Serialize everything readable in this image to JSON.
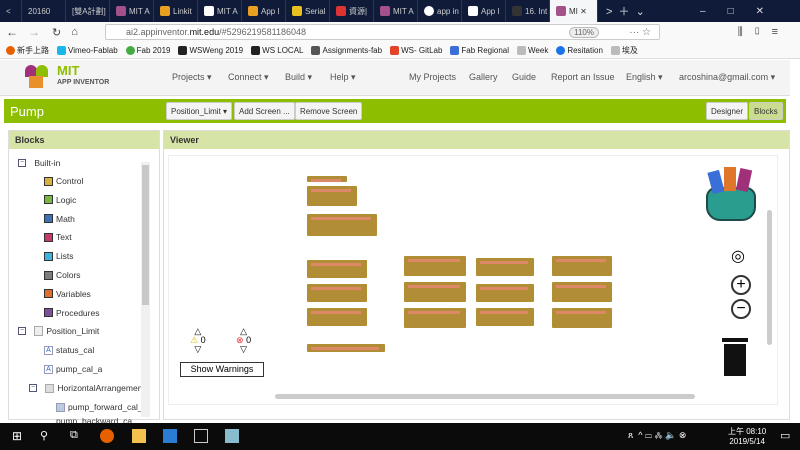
{
  "browser": {
    "tabs": [
      "20160",
      "[雙A計劃]",
      "MIT A",
      "Linkit",
      "MIT A",
      "App I",
      "Serial",
      "資源|",
      "MIT A",
      "app in",
      "App I",
      "16. Int",
      "MI"
    ],
    "url_prefix": "ai2.appinventor.",
    "url_domain": "mit.edu",
    "url_suffix": "/#5296219581186048",
    "zoom": "110%",
    "bookmarks": [
      "新手上路",
      "Vimeo-Fablab",
      "Fab 2019",
      "WSWeng 2019",
      "WS LOCAL",
      "Assignments-fab",
      "WS- GitLab",
      "Fab Regional",
      "Week",
      "Resitation",
      "埃及"
    ]
  },
  "app": {
    "logo_top": "MIT",
    "logo_bottom": "APP INVENTOR",
    "menus": [
      "Projects ▾",
      "Connect ▾",
      "Build ▾",
      "Help ▾"
    ],
    "right_links": [
      "My Projects",
      "Gallery",
      "Guide",
      "Report an Issue",
      "English ▾",
      "arcoshina@gmail.com ▾"
    ],
    "project": "Pump",
    "screen_select": "Position_Limit ▾",
    "add_screen": "Add Screen ...",
    "remove_screen": "Remove Screen",
    "designer": "Designer",
    "blocks": "Blocks"
  },
  "blocks_panel": {
    "title": "Blocks",
    "builtin": "Built-in",
    "builtins": [
      {
        "label": "Control",
        "color": "#d9b03e"
      },
      {
        "label": "Logic",
        "color": "#77b844"
      },
      {
        "label": "Math",
        "color": "#3f71b5"
      },
      {
        "label": "Text",
        "color": "#c83a6a"
      },
      {
        "label": "Lists",
        "color": "#3fb3dd"
      },
      {
        "label": "Colors",
        "color": "#7d7d7d"
      },
      {
        "label": "Variables",
        "color": "#e06c2e"
      },
      {
        "label": "Procedures",
        "color": "#7c4f9c"
      }
    ],
    "components": [
      "Position_Limit",
      "status_cal",
      "pump_cal_a",
      "HorizontalArrangemen",
      "pump_forward_cal_",
      "pump_backward_ca"
    ]
  },
  "viewer": {
    "title": "Viewer",
    "warnings": "0",
    "errors": "0",
    "show_warnings": "Show Warnings"
  },
  "taskbar": {
    "time": "上午 08:10",
    "date": "2019/5/14"
  }
}
